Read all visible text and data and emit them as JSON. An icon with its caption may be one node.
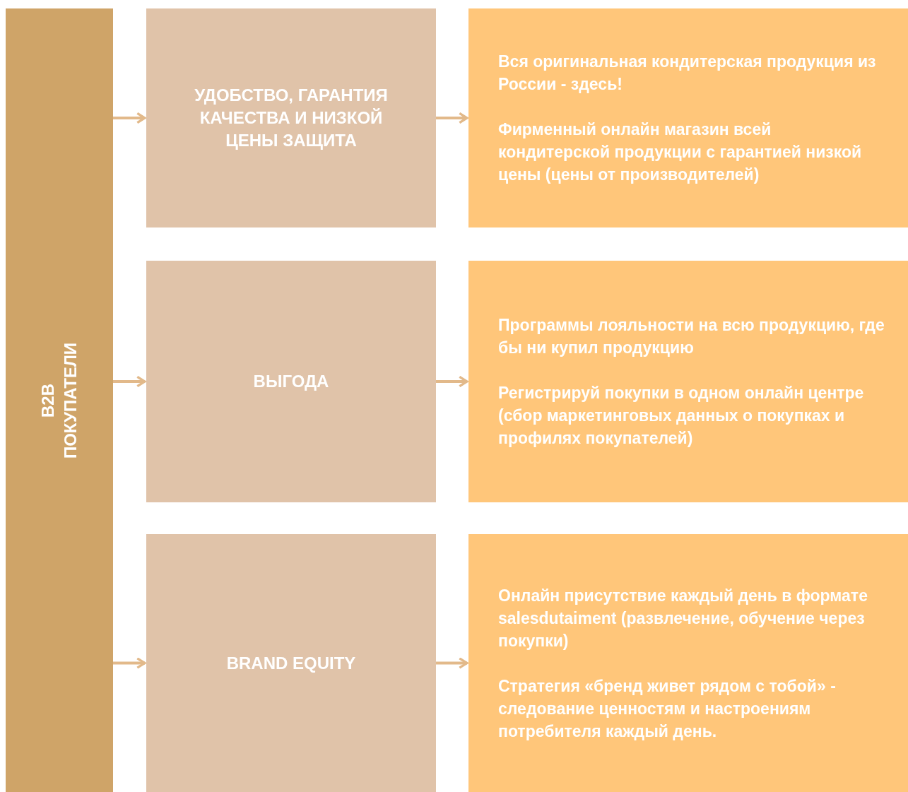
{
  "diagram": {
    "nodes": [
      {
        "text": [
          "B2B ПОКУПАТЕЛИ"
        ]
      },
      {
        "text": [
          "УДОБСТВО, ГАРАНТИЯ КАЧЕСТВА И НИЗКОЙ ЦЕНЫ ЗАЩИТА"
        ]
      },
      {
        "text": [
          "Вся оригинальная кондитерская продукция из России - здесь!",
          "Фирменный онлайн магазин всей кондитерской продукции с гарантией низкой цены (цены от производителей)"
        ]
      },
      {
        "text": [
          "ВЫГОДА"
        ]
      },
      {
        "text": [
          "Программы лояльности на всю продукцию, где бы ни купил продукцию",
          "Регистрируй покупки в одном онлайн центре (сбор маркетинговых данных о покупках и профилях покупателей)"
        ]
      },
      {
        "text": [
          "BRAND EQUITY"
        ]
      },
      {
        "text": [
          "Онлайн присутствие каждый день в формате salesdutaiment (развлечение, обучение через покупки)",
          "Стратегия «бренд живет рядом с тобой» - следование ценностям и настроениям потребителя каждый день."
        ]
      }
    ],
    "edges": [
      {
        "from": 0,
        "to": 1,
        "arrow": "to"
      },
      {
        "from": 1,
        "to": 2,
        "arrow": "to"
      },
      {
        "from": 0,
        "to": 3,
        "arrow": "to"
      },
      {
        "from": 3,
        "to": 4,
        "arrow": "to"
      },
      {
        "from": 0,
        "to": 5,
        "arrow": "to"
      },
      {
        "from": 5,
        "to": 6,
        "arrow": "to"
      }
    ]
  }
}
